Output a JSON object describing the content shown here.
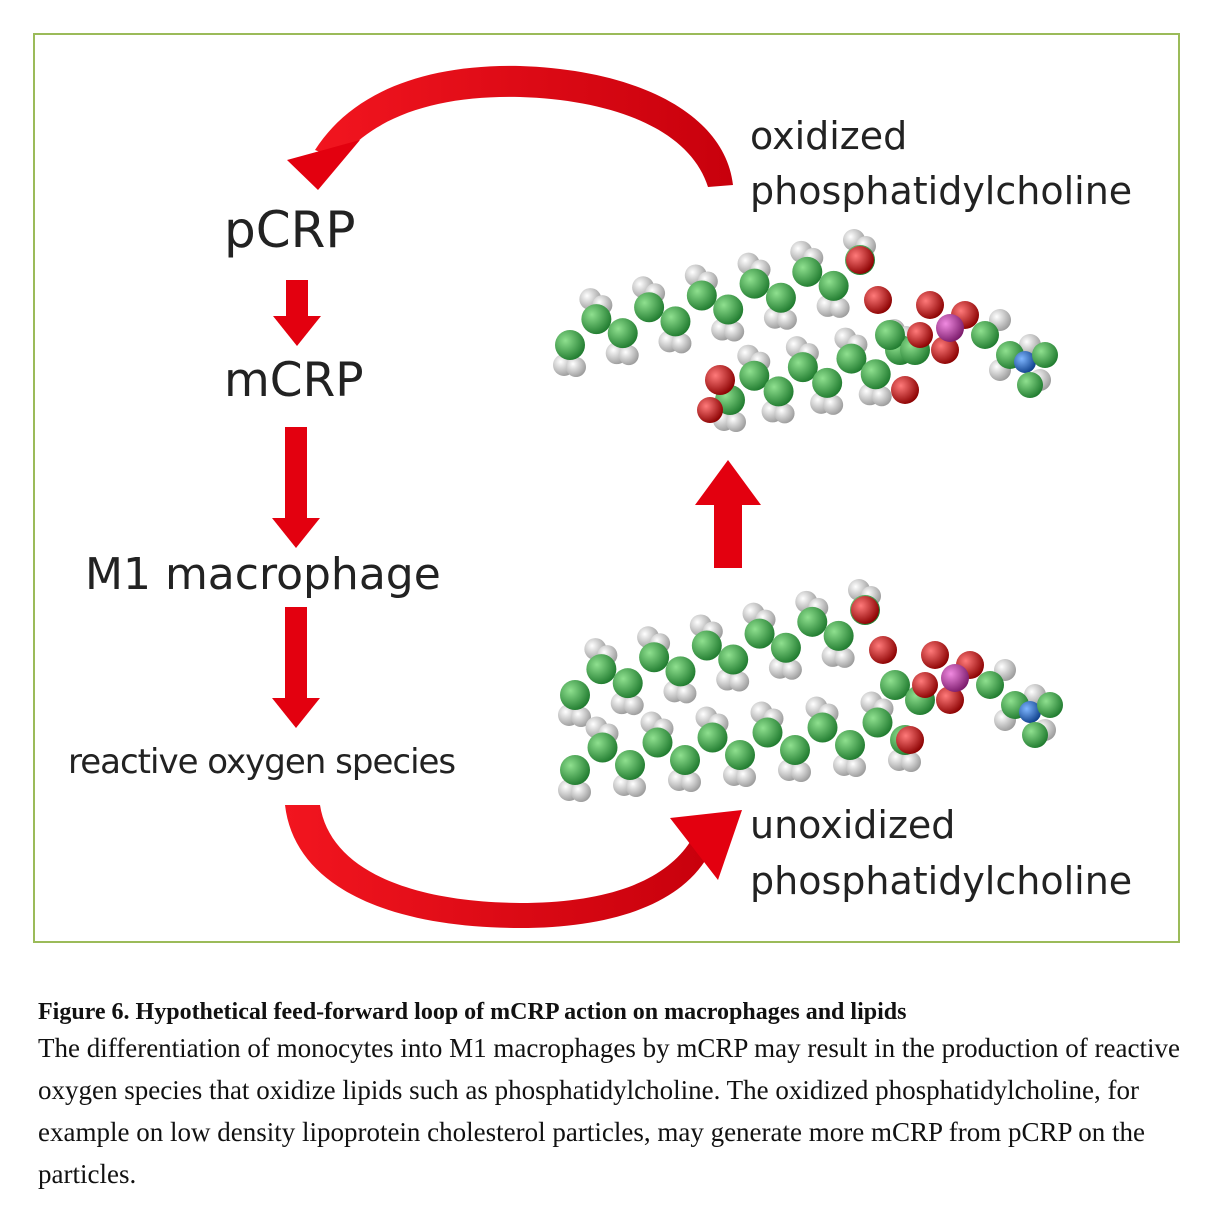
{
  "diagram": {
    "nodes": {
      "pcrp": "pCRP",
      "mcrp": "mCRP",
      "m1": "M1 macrophage",
      "ros": "reactive oxygen species",
      "oxidized_line1": "oxidized",
      "oxidized_line2": "phosphatidylcholine",
      "unoxidized_line1": "unoxidized",
      "unoxidized_line2": "phosphatidylcholine"
    },
    "colors": {
      "arrow": "#e3000f",
      "border": "#9bbb59",
      "carbon": "#3aa24a",
      "hydrogen": "#e6e6e6",
      "oxygen": "#d40000",
      "phosphorus": "#b4329b",
      "nitrogen": "#1f6fd0"
    }
  },
  "caption": {
    "title": "Figure 6. Hypothetical feed-forward loop of mCRP action on macrophages and lipids",
    "body": "The differentiation of monocytes into M1 macrophages by mCRP may result in the production of reactive oxygen species that oxidize lipids such as phosphatidylcholine. The oxidized phosphatidylcholine, for example on low density lipoprotein cholesterol particles, may generate more mCRP from pCRP on the particles."
  }
}
